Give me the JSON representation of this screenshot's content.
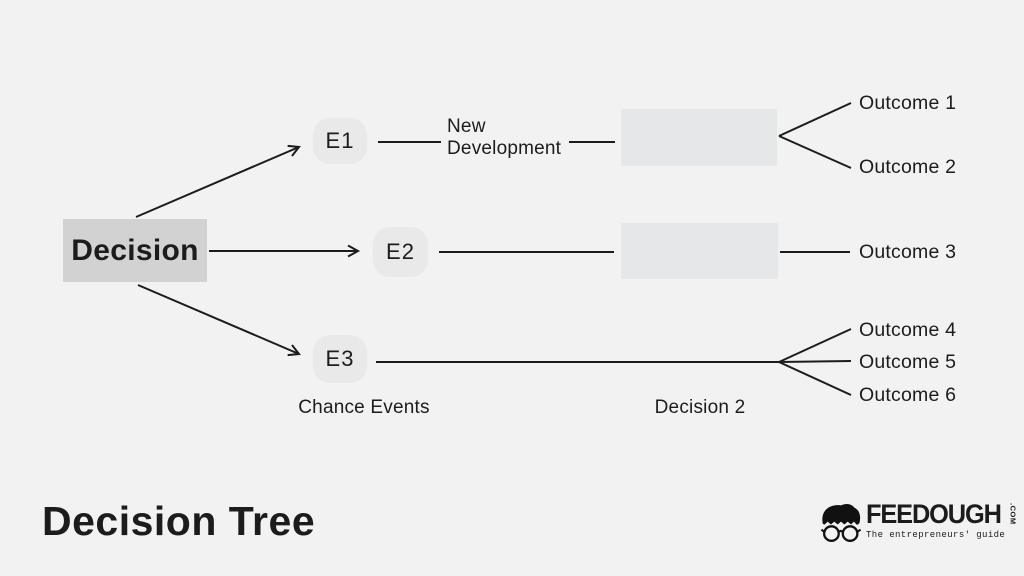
{
  "diagram": {
    "root_label": "Decision",
    "chance_event_nodes": [
      {
        "label": "E1"
      },
      {
        "label": "E2"
      },
      {
        "label": "E3"
      }
    ],
    "branch_label": "New Development",
    "outcomes": [
      {
        "label": "Outcome 1"
      },
      {
        "label": "Outcome 2"
      },
      {
        "label": "Outcome 3"
      },
      {
        "label": "Outcome 4"
      },
      {
        "label": "Outcome 5"
      },
      {
        "label": "Outcome 6"
      }
    ],
    "group_labels": {
      "chance_events": "Chance Events",
      "decision_2": "Decision 2"
    },
    "title": "Decision Tree"
  },
  "logo": {
    "brand": "FEEDOUGH",
    "tld": ".COM",
    "tagline": "The entrepreneurs' guide"
  },
  "colors": {
    "background": "#f2f2f2",
    "root_box": "#d2d2d2",
    "chance_node": "#e9e9e9",
    "decision2_box": "#e6e7e9",
    "line": "#1c1c1c",
    "text": "#1c1c1c"
  }
}
